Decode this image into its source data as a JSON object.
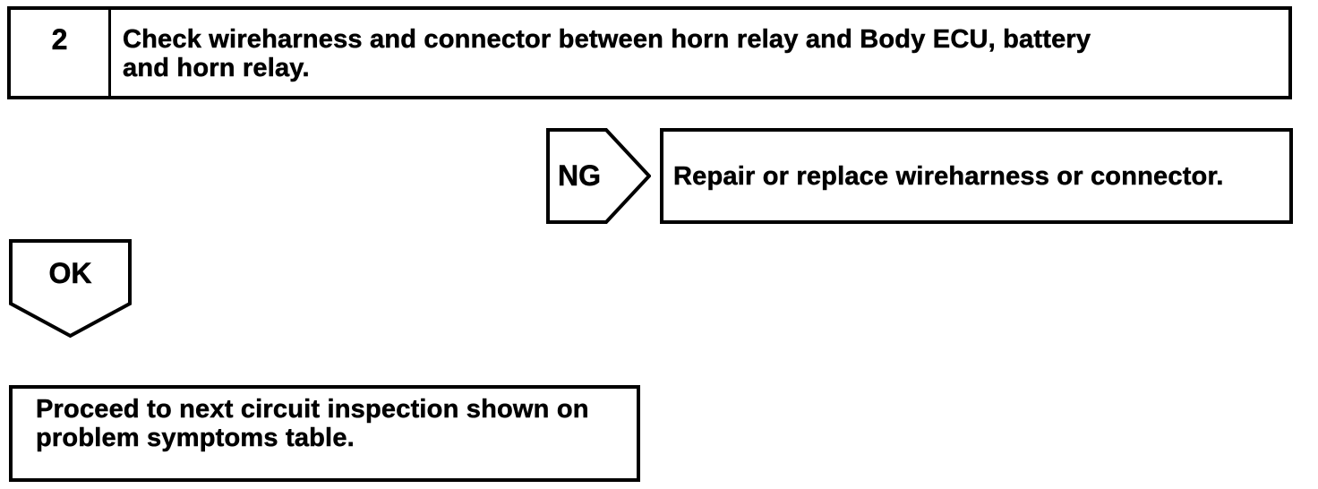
{
  "document": {
    "kind": "troubleshooting-flowchart",
    "background_color": "#ffffff",
    "ink_color": "#000000"
  },
  "flowchart": {
    "step": {
      "number": "2",
      "instruction": "Check wireharness and connector between horn relay and Body ECU, battery\nand horn relay."
    },
    "ng_branch": {
      "connector_label": "NG",
      "action": "Repair or replace wireharness or connector."
    },
    "ok_branch": {
      "connector_label": "OK",
      "action": "Proceed to next circuit inspection shown on\nproblem symptoms table."
    }
  }
}
